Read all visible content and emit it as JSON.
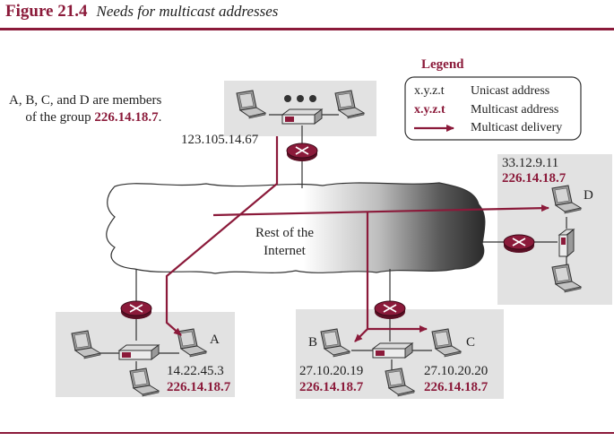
{
  "figure": {
    "number": "Figure 21.4",
    "caption": "Needs for multicast addresses"
  },
  "members_note": {
    "line1": "A, B, C, and D are members",
    "line2_prefix": "of the group ",
    "group": "226.14.18.7",
    "line2_suffix": "."
  },
  "cloud_label": {
    "line1": "Rest of the",
    "line2": "Internet"
  },
  "legend": {
    "title": "Legend",
    "items": [
      {
        "sample": "x.y.z.t",
        "text": "Unicast address"
      },
      {
        "sample": "x.y.z.t",
        "text": "Multicast address"
      },
      {
        "sample": "",
        "text": "Multicast delivery"
      }
    ]
  },
  "source": {
    "unicast": "123.105.14.67"
  },
  "hosts": {
    "A": {
      "label": "A",
      "unicast": "14.22.45.3",
      "multicast": "226.14.18.7"
    },
    "B": {
      "label": "B",
      "unicast": "27.10.20.19",
      "multicast": "226.14.18.7"
    },
    "C": {
      "label": "C",
      "unicast": "27.10.20.20",
      "multicast": "226.14.18.7"
    },
    "D": {
      "label": "D",
      "unicast": "33.12.9.11",
      "multicast": "226.14.18.7"
    }
  },
  "colors": {
    "accent": "#8b1a3a",
    "panel": "#e2e2e2",
    "cloud_shadow": "#3a3a3a"
  }
}
